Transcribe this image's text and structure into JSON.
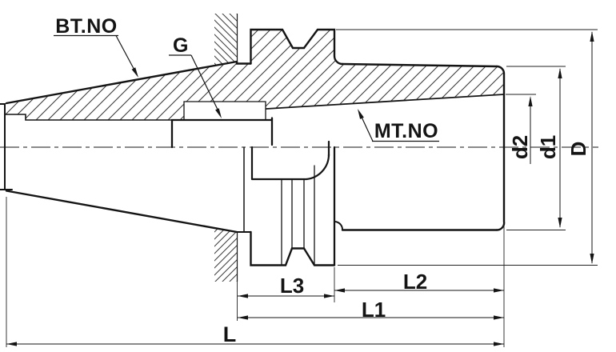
{
  "drawing": {
    "type": "technical-section-drawing",
    "subject": "taper tool-holder adapter sleeve, half-section view",
    "callouts": {
      "taper": "BT.NO",
      "thread": "G",
      "socket": "MT.NO"
    },
    "dimensions": {
      "D": "D",
      "d1": "d1",
      "d2": "d2",
      "L": "L",
      "L1": "L1",
      "L2": "L2",
      "L3": "L3"
    },
    "colors": {
      "line": "#141414",
      "background": "#ffffff",
      "hatch": "#3a3a3a"
    }
  }
}
